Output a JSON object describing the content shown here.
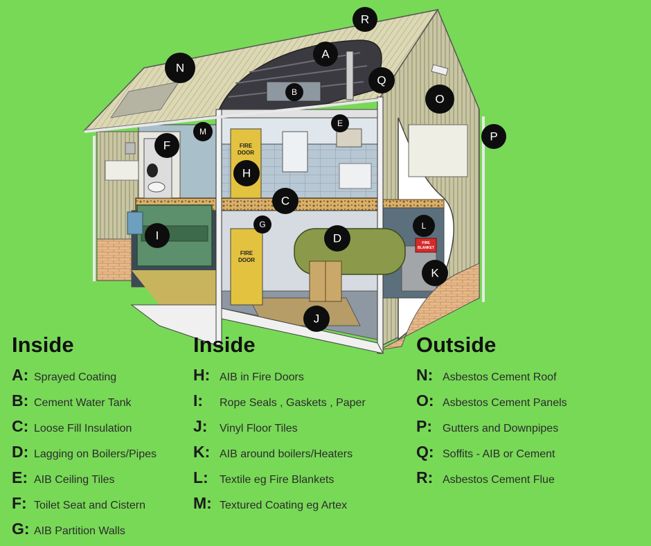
{
  "markers": {
    "A": "A",
    "B": "B",
    "C": "C",
    "D": "D",
    "E": "E",
    "F": "F",
    "G": "G",
    "H": "H",
    "I": "I",
    "J": "J",
    "K": "K",
    "L": "L",
    "M": "M",
    "N": "N",
    "O": "O",
    "P": "P",
    "Q": "Q",
    "R": "R"
  },
  "scene_text": {
    "fire_door_upper": [
      "FIRE",
      "DOOR"
    ],
    "fire_door_lower": [
      "FIRE",
      "DOOR"
    ],
    "fire_blanket": [
      "FIRE",
      "BLANKET"
    ]
  },
  "legend": {
    "inside_1": {
      "heading": "Inside",
      "items": [
        {
          "key": "A:",
          "text": "Sprayed Coating"
        },
        {
          "key": "B:",
          "text": "Cement Water Tank"
        },
        {
          "key": "C:",
          "text": "Loose Fill Insulation"
        },
        {
          "key": "D:",
          "text": "Lagging on Boilers/Pipes"
        },
        {
          "key": "E:",
          "text": "AIB Ceiling Tiles"
        },
        {
          "key": "F:",
          "text": "Toilet Seat and Cistern"
        },
        {
          "key": "G:",
          "text": "AIB Partition Walls"
        }
      ]
    },
    "inside_2": {
      "heading": "Inside",
      "items": [
        {
          "key": "H:",
          "text": "AIB in Fire Doors"
        },
        {
          "key": "I:",
          "text": "Rope Seals , Gaskets , Paper"
        },
        {
          "key": "J:",
          "text": "Vinyl Floor Tiles"
        },
        {
          "key": "K:",
          "text": "AIB around boilers/Heaters"
        },
        {
          "key": "L:",
          "text": "Textile eg Fire Blankets"
        },
        {
          "key": "M:",
          "text": "Textured Coating eg Artex"
        }
      ]
    },
    "outside": {
      "heading": "Outside",
      "items": [
        {
          "key": "N:",
          "text": "Asbestos Cement Roof"
        },
        {
          "key": "O:",
          "text": "Asbestos Cement Panels"
        },
        {
          "key": "P:",
          "text": "Gutters and Downpipes"
        },
        {
          "key": "Q:",
          "text": "Soffits - AIB or Cement"
        },
        {
          "key": "R:",
          "text": "Asbestos Cement Flue"
        }
      ]
    }
  },
  "colors": {
    "background": "#78d957",
    "marker": "#0d0d0d",
    "roof": "#ddd8b4",
    "cladding": "#c9c6a3",
    "brick": "#e7b98a",
    "wall_blue": "#9bb6c6",
    "door_yellow": "#e3c23f",
    "machine_green": "#5c8f6c",
    "tank_green": "#8a9a4a"
  }
}
